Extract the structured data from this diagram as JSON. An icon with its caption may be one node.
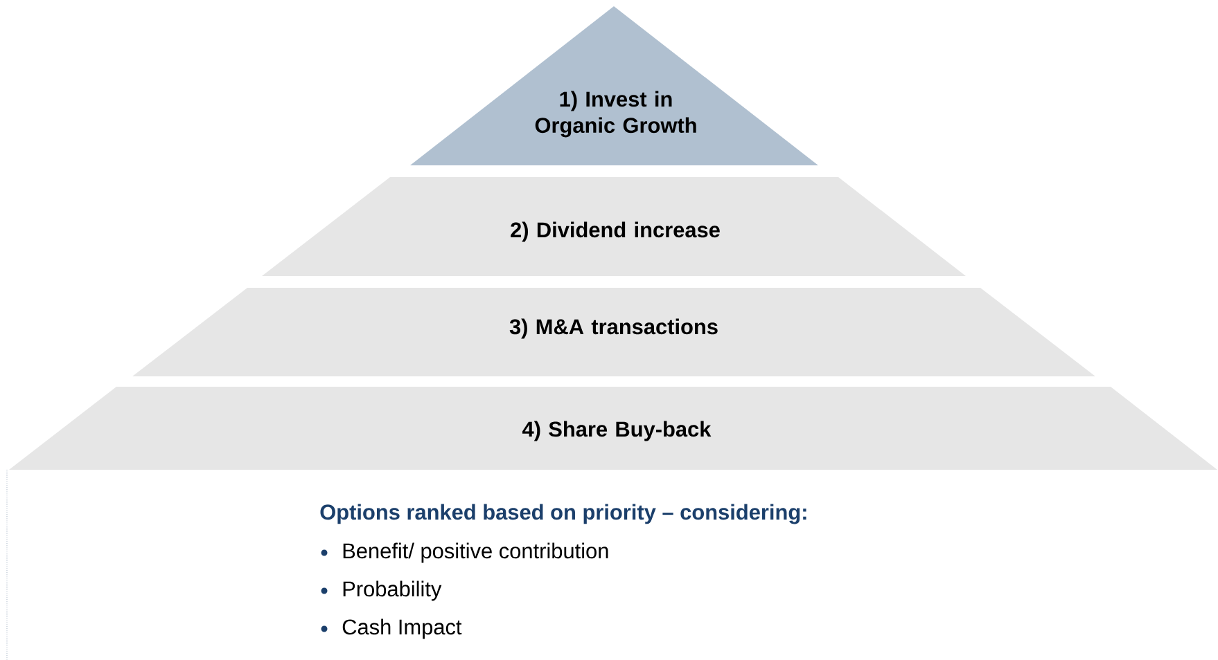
{
  "diagram": {
    "nodes": [
      {
        "text": [
          "1) Invest in Organic Growth"
        ]
      },
      {
        "text": [
          "2) Dividend increase"
        ]
      },
      {
        "text": [
          "3) M&A transactions"
        ]
      },
      {
        "text": [
          "4) Share Buy-back"
        ]
      }
    ],
    "labels": [
      "Options ranked based on priority – considering:",
      "Benefit/ positive contribution",
      "Probability",
      "Cash Impact"
    ]
  }
}
